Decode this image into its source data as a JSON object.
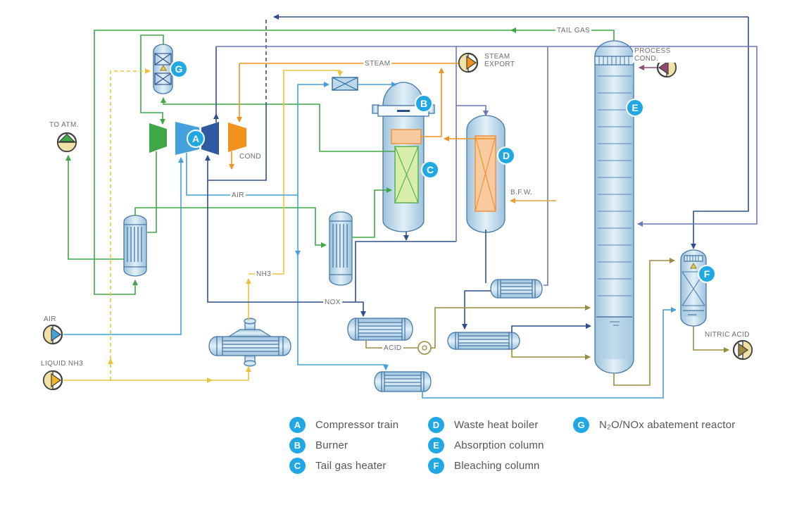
{
  "colors": {
    "badge_blue": "#1fa8e4",
    "line_green": "#3fa747",
    "line_yellow": "#e8c53d",
    "line_orange": "#f0931e",
    "line_light_blue": "#45a1dc",
    "line_navy": "#2e4f8e",
    "line_slate": "#6b79b8",
    "line_olive": "#9c8b3f",
    "line_purple": "#8e4a75",
    "line_bfw": "#e0a33c"
  },
  "stream_labels": {
    "to_atm": "TO ATM.",
    "air_source": "AIR",
    "liquid_nh3": "LIQUID NH3",
    "air_line": "AIR",
    "nh3": "NH3",
    "nox": "NOX",
    "acid": "ACID",
    "cond": "COND",
    "steam": "STEAM",
    "steam_export": "STEAM EXPORT",
    "tail_gas": "TAIL GAS",
    "process_cond": "PROCESS COND.",
    "bfw": "B.F.W.",
    "nitric_acid": "NITRIC ACID"
  },
  "badges": {
    "A": "A",
    "B": "B",
    "C": "C",
    "D": "D",
    "E": "E",
    "F": "F",
    "G": "G"
  },
  "legend": {
    "items": [
      {
        "letter": "A",
        "label": "Compressor train"
      },
      {
        "letter": "B",
        "label": "Burner"
      },
      {
        "letter": "C",
        "label": "Tail gas heater"
      },
      {
        "letter": "D",
        "label": "Waste heat boiler"
      },
      {
        "letter": "E",
        "label": "Absorption column"
      },
      {
        "letter": "F",
        "label": "Bleaching column"
      },
      {
        "letter": "G",
        "label": "N₂O/NOx abatement reactor"
      }
    ]
  }
}
